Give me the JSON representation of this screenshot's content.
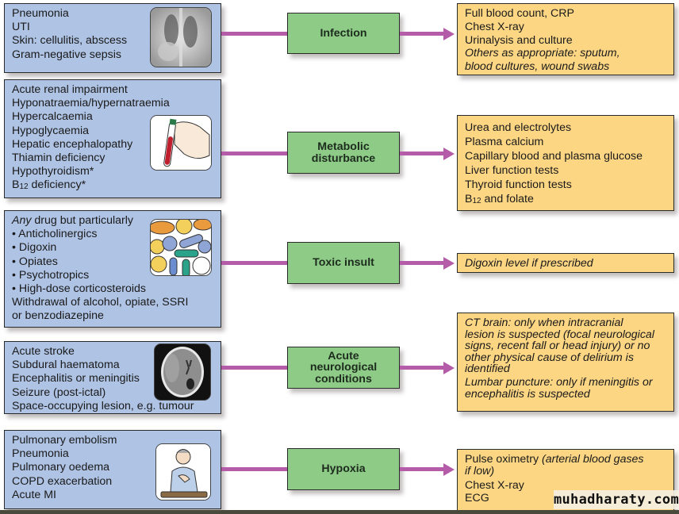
{
  "colors": {
    "cause_box": "#afc3e4",
    "category_box": "#8dcb87",
    "investigation_box": "#fdd684",
    "arrow": "#b45ca8"
  },
  "rows": [
    {
      "category": "Infection",
      "causes": [
        "Pneumonia",
        "UTI",
        "Skin: cellulitis, abscess",
        "Gram-negative sepsis"
      ],
      "image": "chest-xray",
      "investigations": [
        {
          "text": "Full blood count, CRP",
          "italic": false
        },
        {
          "text": "Chest X-ray",
          "italic": false
        },
        {
          "text": "Urinalysis and culture",
          "italic": false
        },
        {
          "text": "Others as appropriate: sputum,",
          "italic": true
        },
        {
          "text": "blood cultures, wound swabs",
          "italic": true
        }
      ]
    },
    {
      "category_lines": [
        "Metabolic",
        "disturbance"
      ],
      "causes": [
        "Acute renal impairment",
        "Hyponatraemia/hypernatraemia",
        "Hypercalcaemia",
        "Hypoglycaemia",
        "Hepatic encephalopathy",
        "Thiamin deficiency",
        "Hypothyroidism*"
      ],
      "cause_b12": {
        "prefix": "B",
        "sub": "12",
        "suffix": " deficiency*"
      },
      "image": "blood-tube-in-hand",
      "investigations": [
        {
          "text": "Urea and electrolytes"
        },
        {
          "text": "Plasma calcium"
        },
        {
          "text": "Capillary blood and plasma glucose"
        },
        {
          "text": "Liver function tests"
        },
        {
          "text": "Thyroid function tests"
        }
      ],
      "inv_b12": {
        "prefix": "B",
        "sub": "12",
        "suffix": " and folate"
      }
    },
    {
      "category": "Toxic insult",
      "causes_intro": {
        "italic": "Any",
        "rest": " drug but particularly"
      },
      "bullets": [
        "Anticholinergics",
        "Digoxin",
        "Opiates",
        "Psychotropics",
        "High-dose corticosteroids"
      ],
      "causes_tail": [
        "Withdrawal of alcohol, opiate, SSRI",
        "or benzodiazepine"
      ],
      "image": "pills",
      "investigations": [
        {
          "text": "Digoxin level if prescribed",
          "italic": true
        }
      ]
    },
    {
      "category_lines": [
        "Acute",
        "neurological",
        "conditions"
      ],
      "causes": [
        "Acute stroke",
        "Subdural haematoma",
        "Encephalitis or meningitis",
        "Seizure (post-ictal)",
        "Space-occupying lesion, e.g. tumour"
      ],
      "image": "ct-brain",
      "investigations": [
        {
          "text": "CT brain: only when intracranial",
          "italic": true
        },
        {
          "text": "lesion is suspected (focal neurological",
          "italic": true
        },
        {
          "text": "signs, recent fall or head injury) or no",
          "italic": true
        },
        {
          "text": "other physical cause of delirium is",
          "italic": true
        },
        {
          "text": "identified",
          "italic": true
        },
        {
          "text": "Lumbar puncture: only if meningitis or",
          "italic": true
        },
        {
          "text": "encephalitis is suspected",
          "italic": true
        }
      ]
    },
    {
      "category": "Hypoxia",
      "causes": [
        "Pulmonary embolism",
        "Pneumonia",
        "Pulmonary oedema",
        "COPD exacerbation",
        "Acute MI"
      ],
      "image": "man-clutching-chest",
      "inv_first": {
        "plain": "Pulse oximetry ",
        "italic": "(arterial blood gases"
      },
      "inv_first_cont": "if low)",
      "investigations": [
        {
          "text": "Chest X-ray"
        },
        {
          "text": "ECG"
        }
      ]
    }
  ],
  "bullet_char": "•",
  "watermark": "muhadharaty.com"
}
